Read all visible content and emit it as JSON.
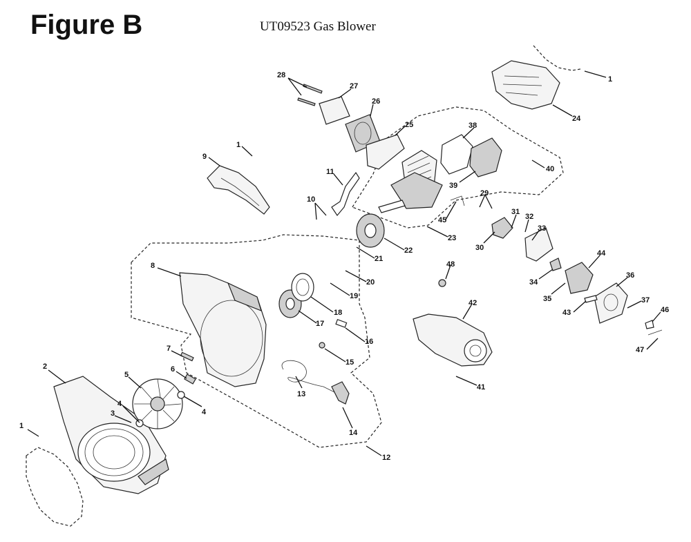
{
  "header": {
    "figure_label": "Figure B",
    "title": "UT09523 Gas Blower"
  },
  "callouts": {
    "c1a": "1",
    "c1b": "1",
    "c1c": "1",
    "c2": "2",
    "c3": "3",
    "c4a": "4",
    "c4b": "4",
    "c5": "5",
    "c6": "6",
    "c7": "7",
    "c8": "8",
    "c9": "9",
    "c10": "10",
    "c11": "11",
    "c12": "12",
    "c13": "13",
    "c14": "14",
    "c15": "15",
    "c16": "16",
    "c17": "17",
    "c18": "18",
    "c19": "19",
    "c20": "20",
    "c21": "21",
    "c22": "22",
    "c23": "23",
    "c24": "24",
    "c25": "25",
    "c26": "26",
    "c27": "27",
    "c28": "28",
    "c29": "29",
    "c30": "30",
    "c31": "31",
    "c32": "32",
    "c33": "33",
    "c34": "34",
    "c35": "35",
    "c36": "36",
    "c37": "37",
    "c38": "38",
    "c39": "39",
    "c40": "40",
    "c41": "41",
    "c42": "42",
    "c43": "43",
    "c44": "44",
    "c45": "45",
    "c46": "46",
    "c47": "47",
    "c48": "48"
  }
}
